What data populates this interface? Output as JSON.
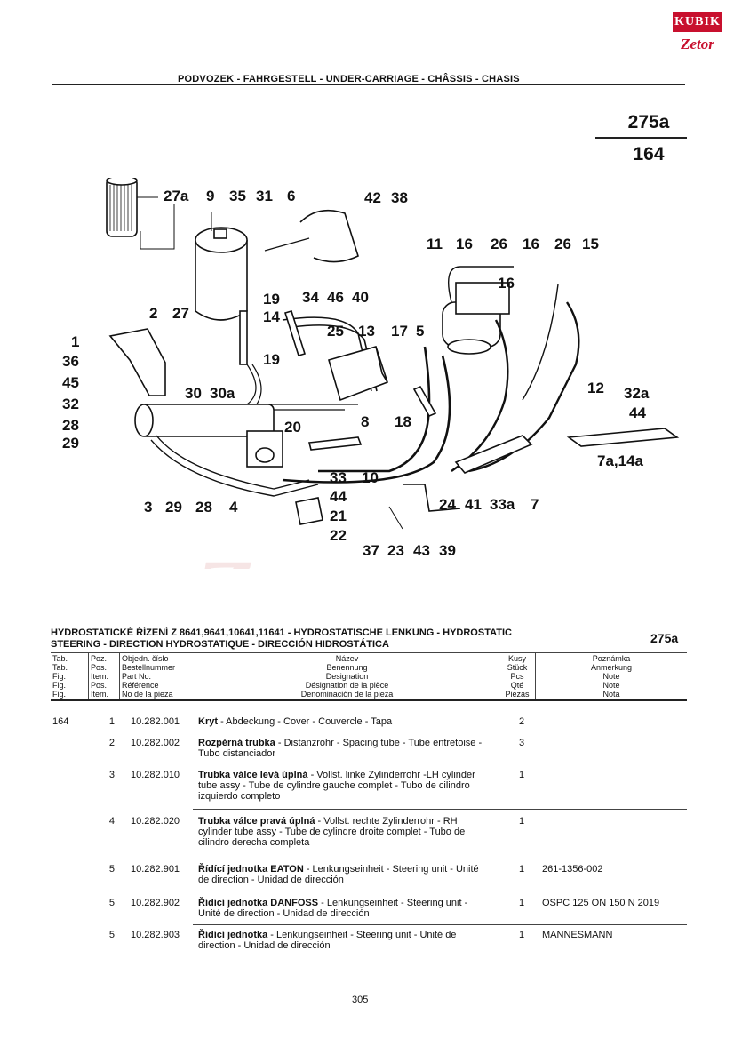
{
  "logo": {
    "top_text": "KUBIK",
    "bottom_text": "Zetor"
  },
  "header": {
    "title": "PODVOZEK - FAHRGESTELL - UNDER-CARRIAGE - CHÂSSIS - CHASIS"
  },
  "table_ref": {
    "top": "275a",
    "bottom": "164"
  },
  "watermark": {
    "brand": "Zetor",
    "dealer": "DEALER"
  },
  "diagram": {
    "labels": [
      "27a",
      "9",
      "35",
      "31",
      "6",
      "42",
      "38",
      "11",
      "16",
      "26",
      "16",
      "26",
      "15",
      "16",
      "34",
      "46",
      "40",
      "19",
      "14",
      "19",
      "2",
      "27",
      "1",
      "36",
      "45",
      "32",
      "28",
      "29",
      "30",
      "30a",
      "25",
      "13",
      "17",
      "5",
      "12",
      "32a",
      "44",
      "8",
      "18",
      "20",
      "10",
      "33",
      "44",
      "21",
      "22",
      "24",
      "41",
      "33a",
      "7",
      "7a,14a",
      "3",
      "29",
      "28",
      "4",
      "37",
      "23",
      "43",
      "39"
    ]
  },
  "section": {
    "title_line1": "HYDROSTATICKÉ ŘÍZENÍ Z 8641,9641,10641,11641 - HYDROSTATISCHE LENKUNG - HYDROSTATIC",
    "title_line2": "STEERING - DIRECTION HYDROSTATIQUE - DIRECCIÓN HIDROSTÁTICA",
    "ref": "275a"
  },
  "table_headers": {
    "tab": [
      "Tab.",
      "Tab.",
      "Fig.",
      "Fig.",
      "Fig."
    ],
    "poz": [
      "Poz.",
      "Pos.",
      "Item.",
      "Pos.",
      "Item."
    ],
    "part": [
      "Objedn. číslo",
      "Bestellnummer",
      "Part No.",
      "Référence",
      "No de la pieza"
    ],
    "name": [
      "Název",
      "Benennung",
      "Designation",
      "Désignation de la pièce",
      "Denominación de la pieza"
    ],
    "qty": [
      "Kusy",
      "Stück",
      "Pcs",
      "Qté",
      "Piezas"
    ],
    "note": [
      "Poznámka",
      "Anmerkung",
      "Note",
      "Note",
      "Nota"
    ]
  },
  "rows": [
    {
      "fig": "164",
      "pos": "1",
      "part": "10.282.001",
      "bold": "Kryt",
      "rest": " - Abdeckung - Cover - Couvercle - Tapa",
      "qty": "2",
      "note": ""
    },
    {
      "fig": "",
      "pos": "2",
      "part": "10.282.002",
      "bold": "Rozpěrná trubka",
      "rest": " - Distanzrohr - Spacing tube - Tube entretoise - Tubo distanciador",
      "qty": "3",
      "note": ""
    },
    {
      "fig": "",
      "pos": "3",
      "part": "10.282.010",
      "bold": "Trubka válce levá úplná",
      "rest": " - Vollst. linke Zylinderrohr -LH cylinder tube assy - Tube de cylindre gauche complet - Tubo de cilindro izquierdo completo",
      "qty": "1",
      "note": ""
    },
    {
      "fig": "",
      "pos": "4",
      "part": "10.282.020",
      "bold": "Trubka válce pravá úplná",
      "rest": " - Vollst. rechte Zylinderrohr - RH cylinder tube assy - Tube de cylindre droite complet - Tubo de cilindro derecha completa",
      "qty": "1",
      "note": ""
    },
    {
      "fig": "",
      "pos": "5",
      "part": "10.282.901",
      "bold": "Řídící jednotka EATON",
      "rest": " - Lenkungseinheit - Steering unit - Unité de direction - Unidad de dirección",
      "qty": "1",
      "note": "261-1356-002"
    },
    {
      "fig": "",
      "pos": "5",
      "part": "10.282.902",
      "bold": "Řídící jednotka DANFOSS",
      "rest": " - Lenkungseinheit - Steering unit - Unité de direction - Unidad de dirección",
      "qty": "1",
      "note": "OSPC 125 ON 150 N 2019"
    },
    {
      "fig": "",
      "pos": "5",
      "part": "10.282.903",
      "bold": "Řídící jednotka",
      "rest": " - Lenkungseinheit - Steering unit - Unité de direction - Unidad de dirección",
      "qty": "1",
      "note": "MANNESMANN"
    }
  ],
  "page_number": "305"
}
